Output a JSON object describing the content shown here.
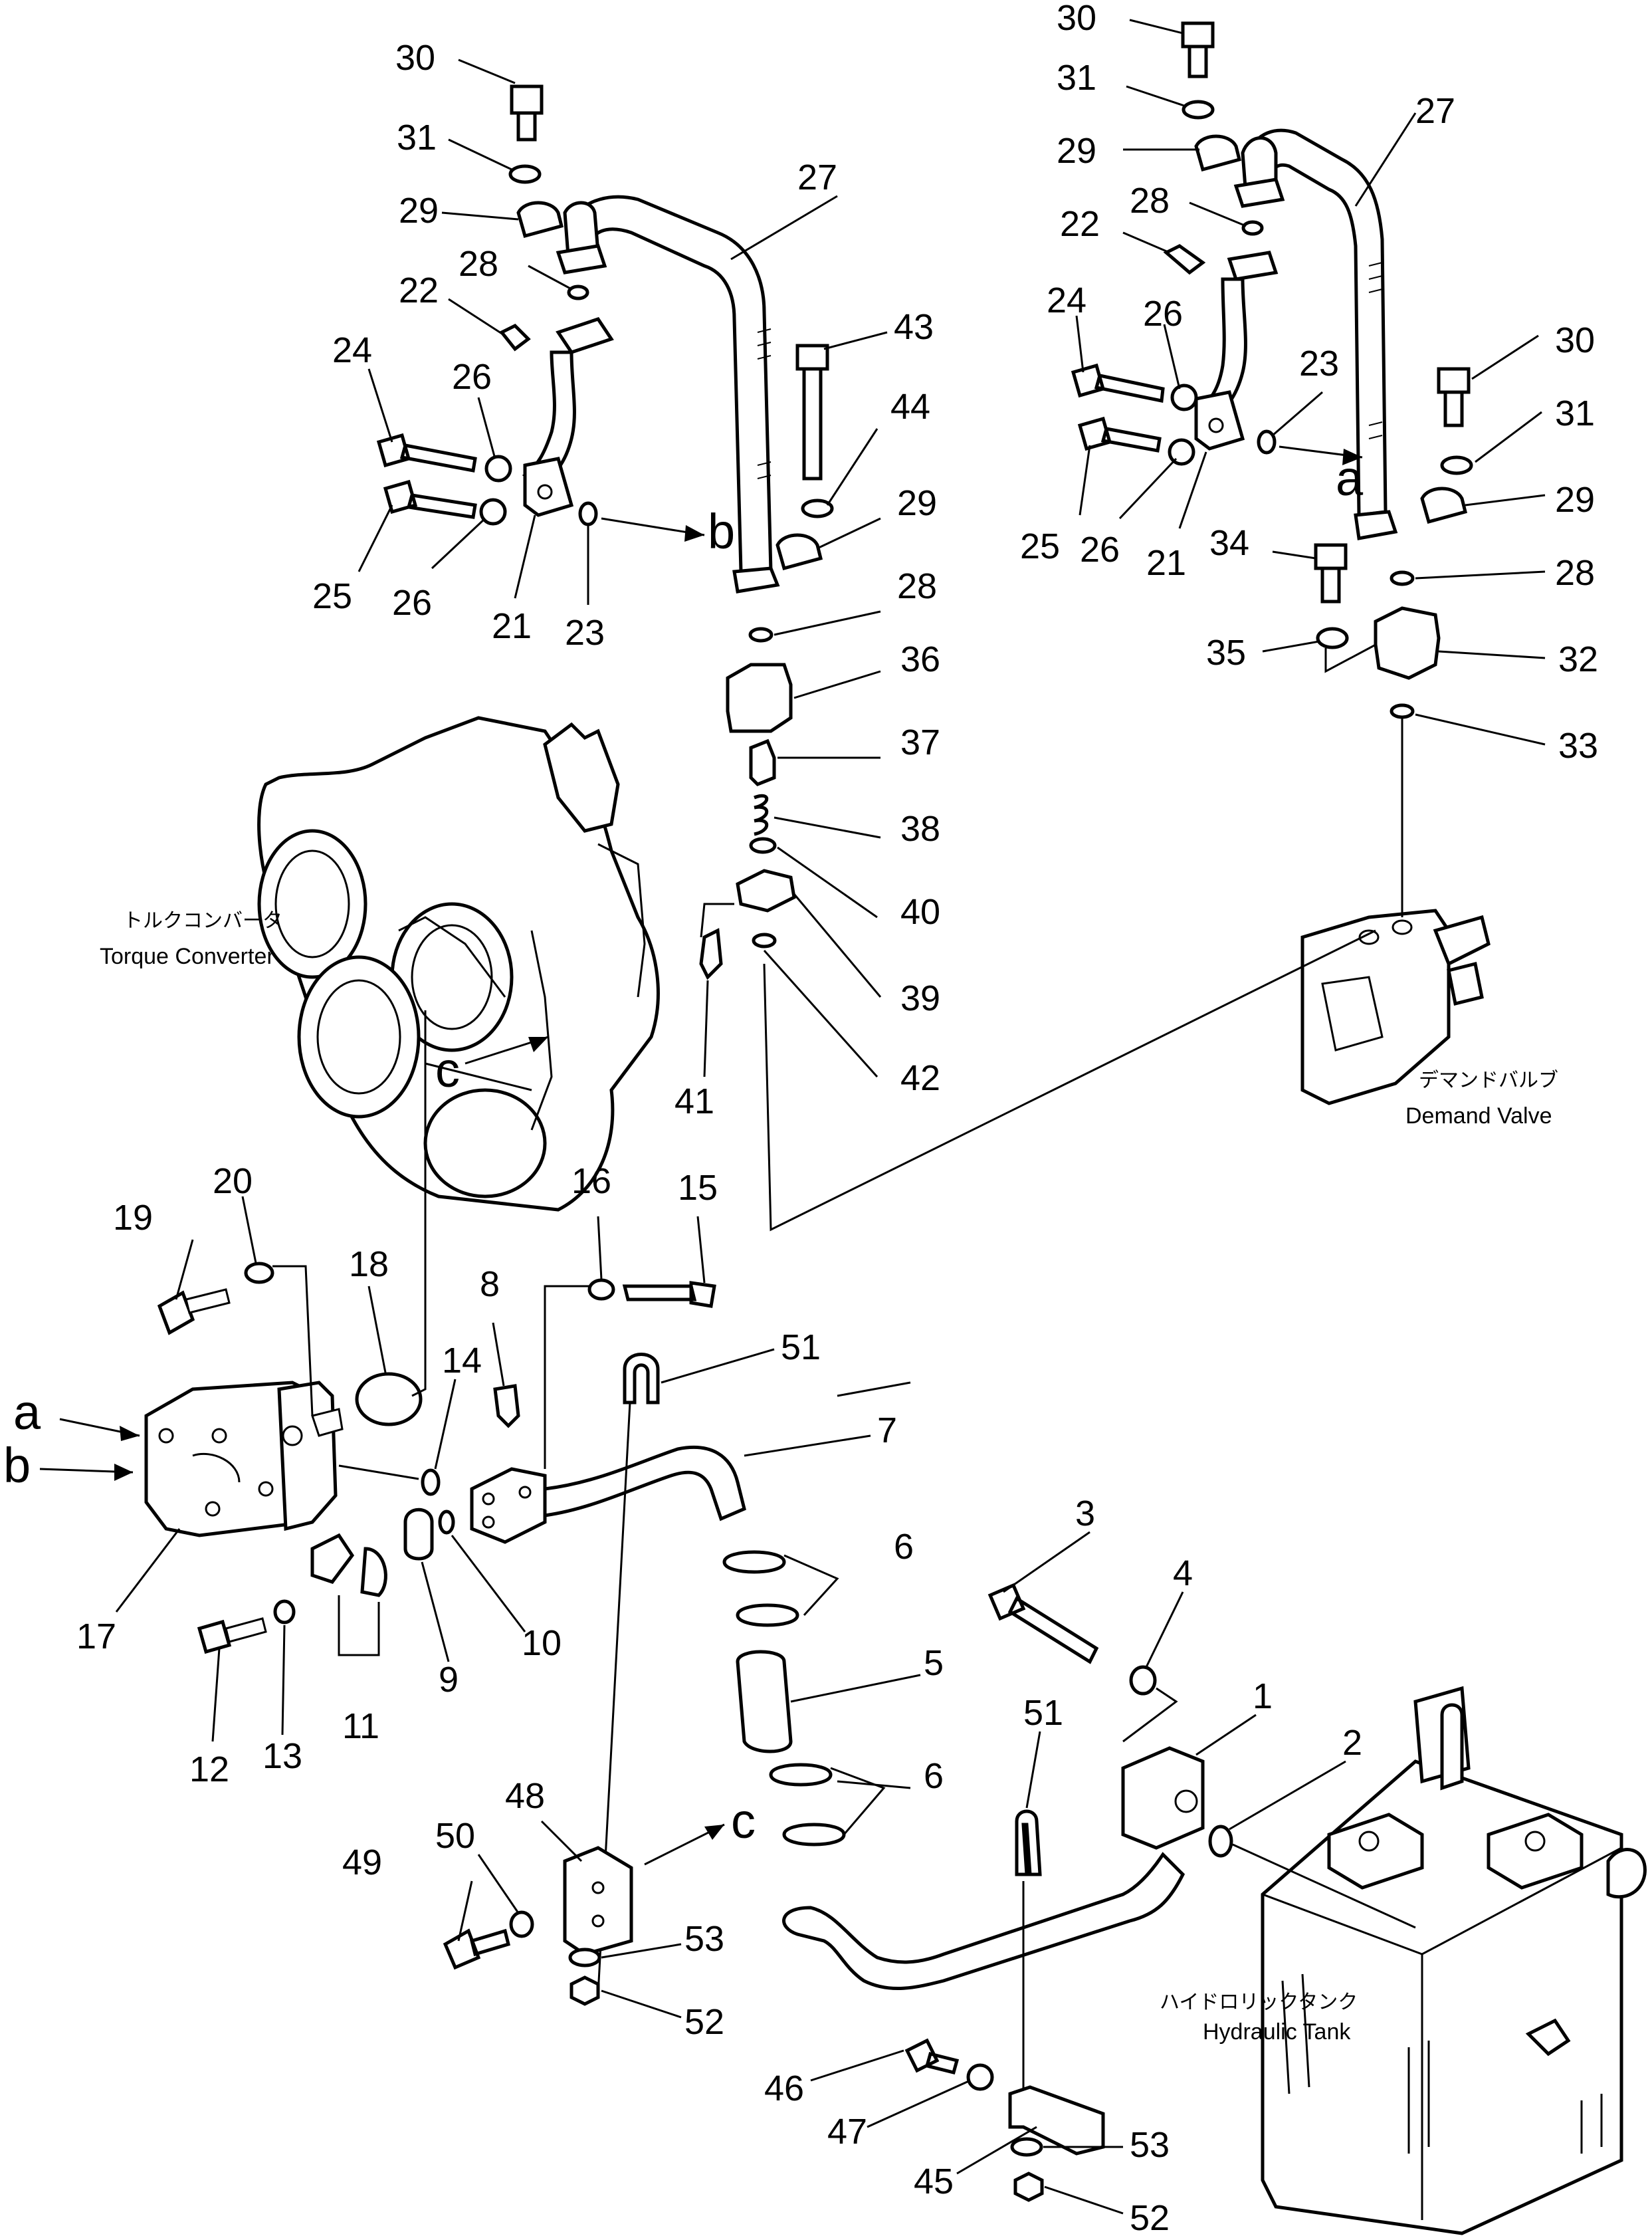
{
  "diagram": {
    "labels": {
      "torque_converter_jp": "トルクコンバータ",
      "torque_converter_en": "Torque Converter",
      "demand_valve_jp": "デマンドバルブ",
      "demand_valve_en": "Demand Valve",
      "hydraulic_tank_jp": "ハイドロリックタンク",
      "hydraulic_tank_en": "Hydraulic Tank"
    },
    "arrow_letters": {
      "a": "a",
      "b": "b",
      "c": "c"
    },
    "part_numbers": {
      "p1": "1",
      "p2": "2",
      "p3": "3",
      "p4": "4",
      "p5": "5",
      "p6": "6",
      "p7": "7",
      "p8": "8",
      "p9": "9",
      "p10": "10",
      "p11": "11",
      "p12": "12",
      "p13": "13",
      "p14": "14",
      "p15": "15",
      "p16": "16",
      "p17": "17",
      "p18": "18",
      "p19": "19",
      "p20": "20",
      "p21": "21",
      "p22": "22",
      "p23": "23",
      "p24": "24",
      "p25": "25",
      "p26": "26",
      "p27": "27",
      "p28": "28",
      "p29": "29",
      "p30": "30",
      "p31": "31",
      "p32": "32",
      "p33": "33",
      "p34": "34",
      "p35": "35",
      "p36": "36",
      "p37": "37",
      "p38": "38",
      "p39": "39",
      "p40": "40",
      "p41": "41",
      "p42": "42",
      "p43": "43",
      "p44": "44",
      "p45": "45",
      "p46": "46",
      "p47": "47",
      "p48": "48",
      "p49": "49",
      "p50": "50",
      "p51": "51",
      "p52": "52",
      "p53": "53"
    }
  }
}
